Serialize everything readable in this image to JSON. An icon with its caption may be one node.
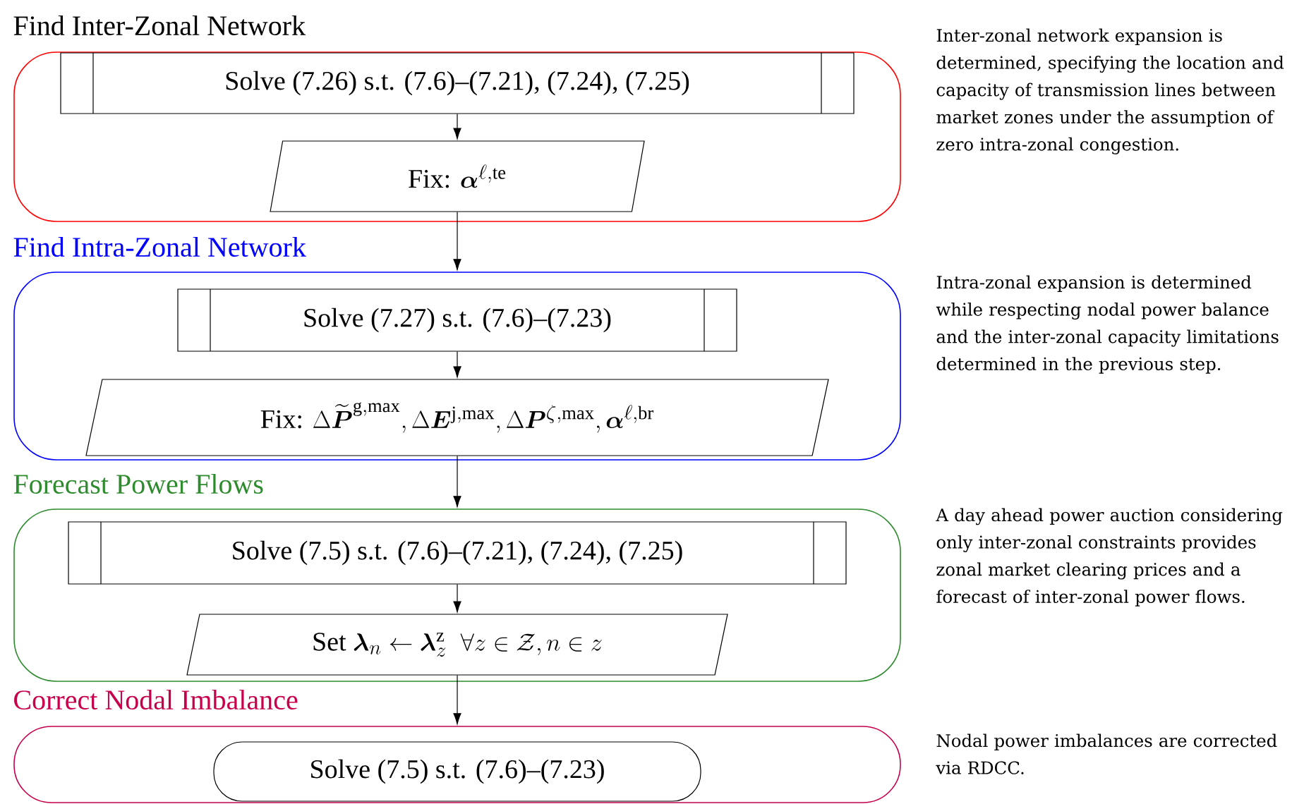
{
  "diagram": {
    "nodes": [
      {
        "text": [
          "Find Inter-Zonal Network"
        ],
        "beside": [
          "Inter-zonal network expansion is determined, specifying the location and capacity of transmission lines between market zones under the assumption of zero intra-zonal congestion."
        ]
      },
      {
        "text": [
          "Solve (7.26) s.t. (7.6)–(7.21), (7.24), (7.25)"
        ],
        "in": 0
      },
      {
        "text": [
          "\\text{Fix: }\\boldsymbol{\\alpha}^{\\ell,\\mathrm{te}}"
        ],
        "in": 0
      },
      {
        "text": [
          "Find Intra-Zonal Network"
        ],
        "beside": [
          "Intra-zonal expansion is determined while respecting nodal power balance and the inter-zonal capacity limitations determined in the previous step."
        ]
      },
      {
        "text": [
          "Solve (7.27) s.t. (7.6)–(7.23)"
        ],
        "in": 3
      },
      {
        "text": [
          "\\text{Fix: }\\Delta\\widetilde{\\boldsymbol{P}}^{\\mathrm{g},\\max},\\Delta\\boldsymbol{E}^{\\mathrm{j},\\max},\\Delta\\boldsymbol{P}^{\\zeta,\\max},\\boldsymbol{\\alpha}^{\\ell,\\mathrm{br}}"
        ],
        "in": 3
      },
      {
        "text": [
          "Forecast Power Flows"
        ],
        "beside": [
          "A day ahead power auction considering only inter-zonal constraints provides zonal market clearing prices and a forecast of inter-zonal power flows."
        ]
      },
      {
        "text": [
          "Solve (7.5) s.t. (7.6)–(7.21), (7.24), (7.25)"
        ],
        "in": 6
      },
      {
        "text": [
          "\\text{Set }\\boldsymbol{\\lambda}_n\\leftarrow\\boldsymbol{\\lambda}_z^{\\mathrm{z}}\\;\\;\\forall z\\in\\mathcal{Z},n\\in z"
        ],
        "in": 6
      },
      {
        "text": [
          "Correct Nodal Imbalance"
        ],
        "beside": [
          "Nodal power imbalances are corrected via RDCC."
        ]
      },
      {
        "text": [
          "Solve (7.5) s.t. (7.6)–(7.23)"
        ],
        "in": 9
      }
    ],
    "edges": [
      {
        "from": 1,
        "to": 2,
        "arrow": "to"
      },
      {
        "from": 2,
        "to": 3,
        "arrow": "to"
      },
      {
        "from": 4,
        "to": 5,
        "arrow": "to"
      },
      {
        "from": 5,
        "to": 6,
        "arrow": "to"
      },
      {
        "from": 7,
        "to": 8,
        "arrow": "to"
      },
      {
        "from": 8,
        "to": 9,
        "arrow": "to"
      }
    ]
  }
}
